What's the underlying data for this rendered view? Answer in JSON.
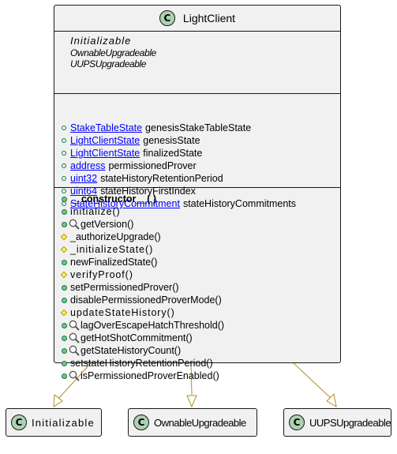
{
  "main_class": {
    "badge": "C",
    "name": "LightClient",
    "stereotypes": [
      "Initializable",
      "OwnableUpgradeable",
      "UUPSUpgradeable"
    ],
    "fields": [
      {
        "type": "StakeTableState",
        "name": "genesisStakeTableState"
      },
      {
        "type": "LightClientState",
        "name": "genesisState"
      },
      {
        "type": "LightClientState",
        "name": "finalizedState"
      },
      {
        "type": "address",
        "name": "permissionedProver"
      },
      {
        "type": "uint32",
        "name": "stateHistoryRetentionPeriod"
      },
      {
        "type": "uint64",
        "name": "stateHistoryFirstIndex"
      },
      {
        "type": "StateHistoryCommitment",
        "name": "stateHistoryCommitments"
      }
    ],
    "methods": [
      {
        "label": "__constructor__( )",
        "visibility": "public",
        "style": "bold"
      },
      {
        "label": "initialize()",
        "visibility": "public",
        "style": "spaced"
      },
      {
        "label": "getVersion()",
        "visibility": "public",
        "icon": "magnifier-icon"
      },
      {
        "label": "_authorizeUpgrade()",
        "visibility": "internal"
      },
      {
        "label": "_initializeState()",
        "visibility": "internal",
        "style": "spaced"
      },
      {
        "label": "newFinalizedState()",
        "visibility": "public"
      },
      {
        "label": "verifyProof()",
        "visibility": "internal",
        "style": "spaced"
      },
      {
        "label": "setPermissionedProver()",
        "visibility": "public"
      },
      {
        "label": "disablePermissionedProverMode()",
        "visibility": "public"
      },
      {
        "label": "updateStateHistory()",
        "visibility": "internal",
        "style": "spaced"
      },
      {
        "label": "lagOverEscapeHatchThreshold()",
        "visibility": "public",
        "icon": "magnifier-icon"
      },
      {
        "label": "getHotShotCommitment()",
        "visibility": "public",
        "icon": "magnifier-icon"
      },
      {
        "label": "getStateHistoryCount()",
        "visibility": "public",
        "icon": "magnifier-icon"
      },
      {
        "label": "setstateHistoryRetentionPeriod()",
        "visibility": "public"
      },
      {
        "label": "isPermissionedProverEnabled()",
        "visibility": "public",
        "icon": "magnifier-icon"
      }
    ]
  },
  "base_classes": [
    {
      "badge": "C",
      "name": "Initializable"
    },
    {
      "badge": "C",
      "name": "OwnableUpgradeable"
    },
    {
      "badge": "C",
      "name": "UUPSUpgradeable"
    }
  ],
  "colors": {
    "badge_fill": "#add1b2",
    "class_fill": "#f1f1f1",
    "border": "#181818",
    "type_link": "#0000ff",
    "public_marker": "#038048",
    "internal_marker": "#ffff44",
    "inheritance_arrow": "#b38d22"
  }
}
